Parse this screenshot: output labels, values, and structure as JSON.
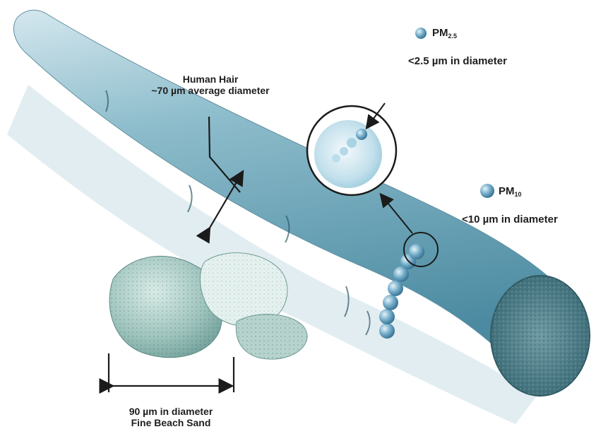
{
  "hair": {
    "title": "Human Hair",
    "diameter": "~70 µm average diameter"
  },
  "pm25": {
    "label": "PM",
    "subscript": "2.5",
    "description": "<2.5 µm in diameter"
  },
  "pm10": {
    "label": "PM",
    "subscript": "10",
    "description": "<10 µm in diameter"
  },
  "sand": {
    "diameter": "90 µm in diameter",
    "title": "Fine Beach Sand"
  },
  "colors": {
    "hair": "#78acc0",
    "hair_shadow": "#c9dde6",
    "sand": "#a8c8c4",
    "particle": "#6fa4c4",
    "outline": "#1b1b1b"
  },
  "icons": [
    "pm25-particle-icon",
    "pm10-particle-icon"
  ]
}
